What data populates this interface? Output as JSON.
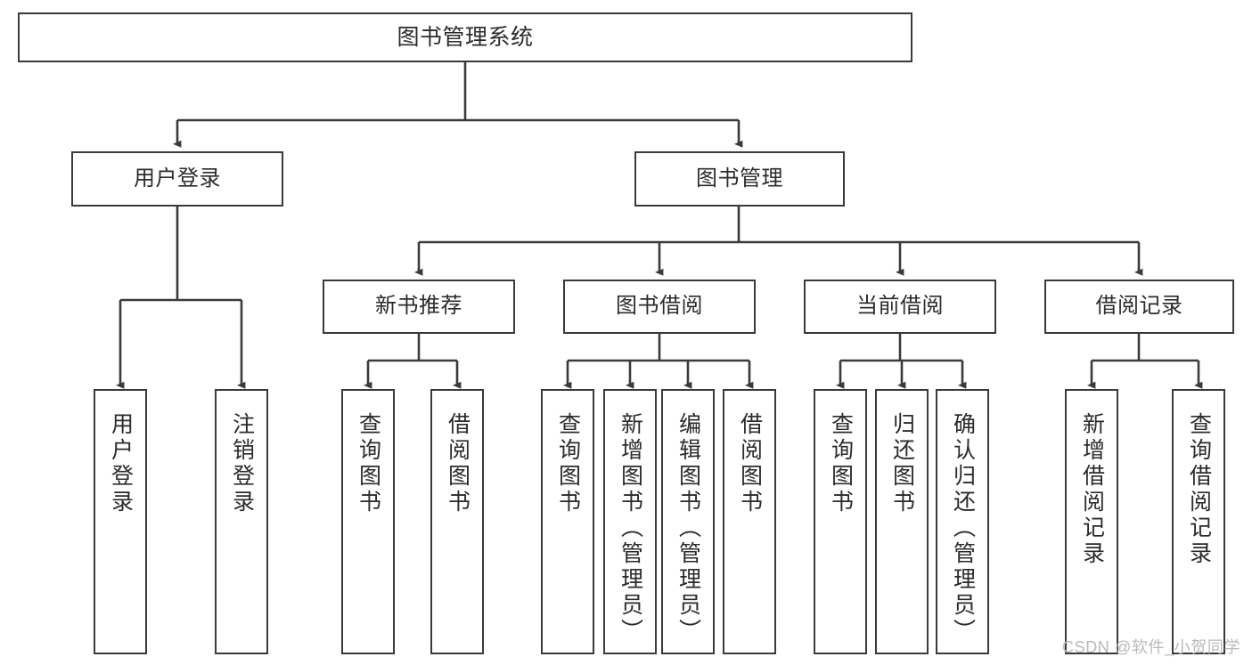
{
  "diagram": {
    "title": "图书管理系统",
    "type": "tree",
    "colors": {
      "box_border": "#3a3a3a",
      "box_fill": "#ffffff",
      "connector": "#3a3a3a",
      "text": "#2b2b2b",
      "watermark": "#b9b9b9",
      "background": "#ffffff"
    },
    "root": {
      "id": "root",
      "label": "图书管理系统"
    },
    "level2": [
      {
        "id": "user-login",
        "label": "用户登录"
      },
      {
        "id": "book-manage",
        "label": "图书管理"
      }
    ],
    "level3": [
      {
        "id": "new-book-rec",
        "label": "新书推荐"
      },
      {
        "id": "book-borrow",
        "label": "图书借阅"
      },
      {
        "id": "current-borrow",
        "label": "当前借阅"
      },
      {
        "id": "borrow-record",
        "label": "借阅记录"
      }
    ],
    "leaves": {
      "user_login": [
        {
          "id": "leaf-user-login",
          "label": "用户登录"
        },
        {
          "id": "leaf-logout",
          "label": "注销登录"
        }
      ],
      "new_book_rec": [
        {
          "id": "leaf-query-book-1",
          "label": "查询图书"
        },
        {
          "id": "leaf-borrow-book-1",
          "label": "借阅图书"
        }
      ],
      "book_borrow": [
        {
          "id": "leaf-query-book-2",
          "label": "查询图书"
        },
        {
          "id": "leaf-add-book",
          "label": "新增图书（管理员）"
        },
        {
          "id": "leaf-edit-book",
          "label": "编辑图书（管理员）"
        },
        {
          "id": "leaf-borrow-book-2",
          "label": "借阅图书"
        }
      ],
      "current_borrow": [
        {
          "id": "leaf-query-book-3",
          "label": "查询图书"
        },
        {
          "id": "leaf-return-book",
          "label": "归还图书"
        },
        {
          "id": "leaf-confirm-return",
          "label": "确认归还（管理员）"
        }
      ],
      "borrow_record": [
        {
          "id": "leaf-add-record",
          "label": "新增借阅记录"
        },
        {
          "id": "leaf-query-record",
          "label": "查询借阅记录"
        }
      ]
    }
  },
  "watermark": {
    "text": "CSDN @软件_小贺同学"
  }
}
